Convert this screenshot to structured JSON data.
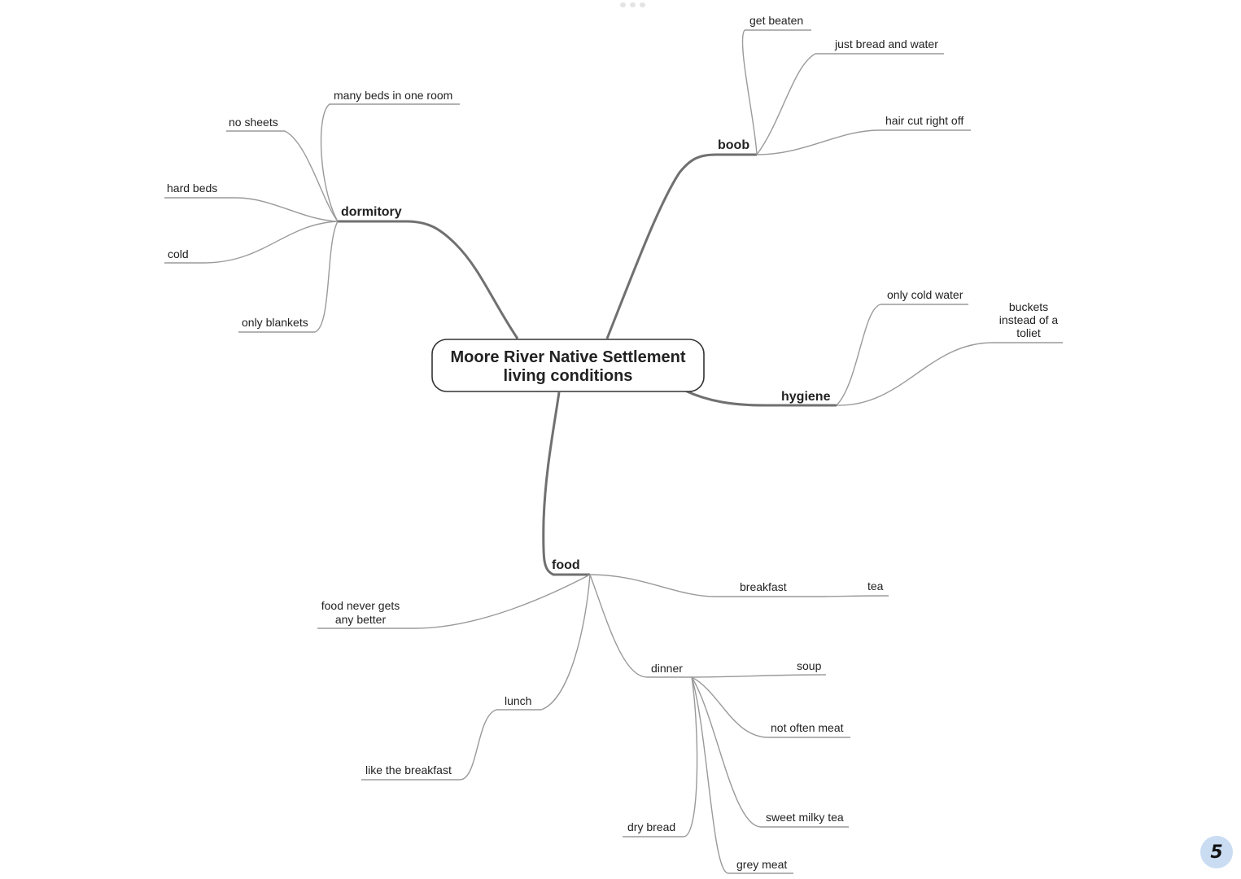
{
  "central": {
    "line1": "Moore River Native Settlement",
    "line2": "living conditions"
  },
  "dormitory": {
    "label": "dormitory",
    "items": [
      "many beds in one room",
      "no sheets",
      "hard beds",
      "cold",
      "only blankets"
    ]
  },
  "boob": {
    "label": "boob",
    "items": [
      "get beaten",
      "just bread and water",
      "hair cut right off"
    ]
  },
  "hygiene": {
    "label": "hygiene",
    "items": [
      "only cold water"
    ],
    "buckets_lines": [
      "buckets",
      "instead of a",
      "toliet"
    ]
  },
  "food": {
    "label": "food",
    "never_better_lines": [
      "food never gets",
      "any better"
    ],
    "breakfast": {
      "label": "breakfast",
      "items": [
        "tea"
      ]
    },
    "lunch": {
      "label": "lunch",
      "items": [
        "like the breakfast"
      ]
    },
    "dinner": {
      "label": "dinner",
      "items": [
        "soup",
        "not often meat",
        "sweet milky tea",
        "dry bread",
        "grey meat"
      ]
    }
  },
  "page_number": "5"
}
